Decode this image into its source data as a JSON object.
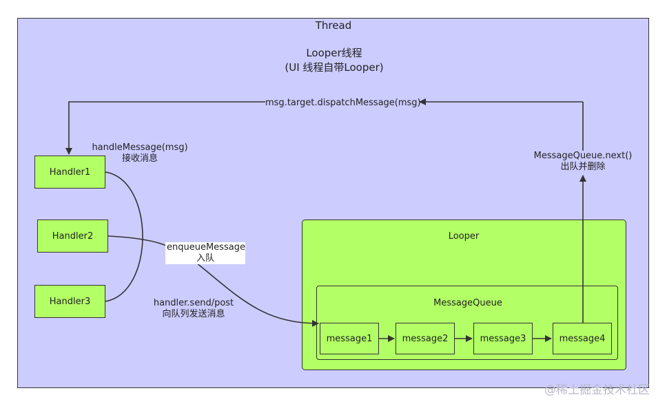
{
  "thread": {
    "label": "Thread"
  },
  "looper_thread": {
    "line1": "Looper线程",
    "line2": "(UI 线程自带Looper)"
  },
  "handlers": [
    "Handler1",
    "Handler2",
    "Handler3"
  ],
  "looper": {
    "label": "Looper"
  },
  "message_queue": {
    "label": "MessageQueue"
  },
  "messages": [
    "message1",
    "message2",
    "message3",
    "message4"
  ],
  "labels": {
    "dispatch": "msg.target.dispatchMessage(msg)",
    "handle_line1": "handleMessage(msg)",
    "handle_line2": "接收消息",
    "enqueue_line1": "enqueueMessage",
    "enqueue_line2": "入队",
    "send_line1": "handler.send/post",
    "send_line2": "向队列发送消息",
    "next_line1": "MessageQueue.next()",
    "next_line2": "出队并删除"
  },
  "watermark": "@稀土掘金技术社区",
  "colors": {
    "thread_bg": "#ccccff",
    "node_fill": "#b3ff66",
    "stroke": "#333333"
  }
}
